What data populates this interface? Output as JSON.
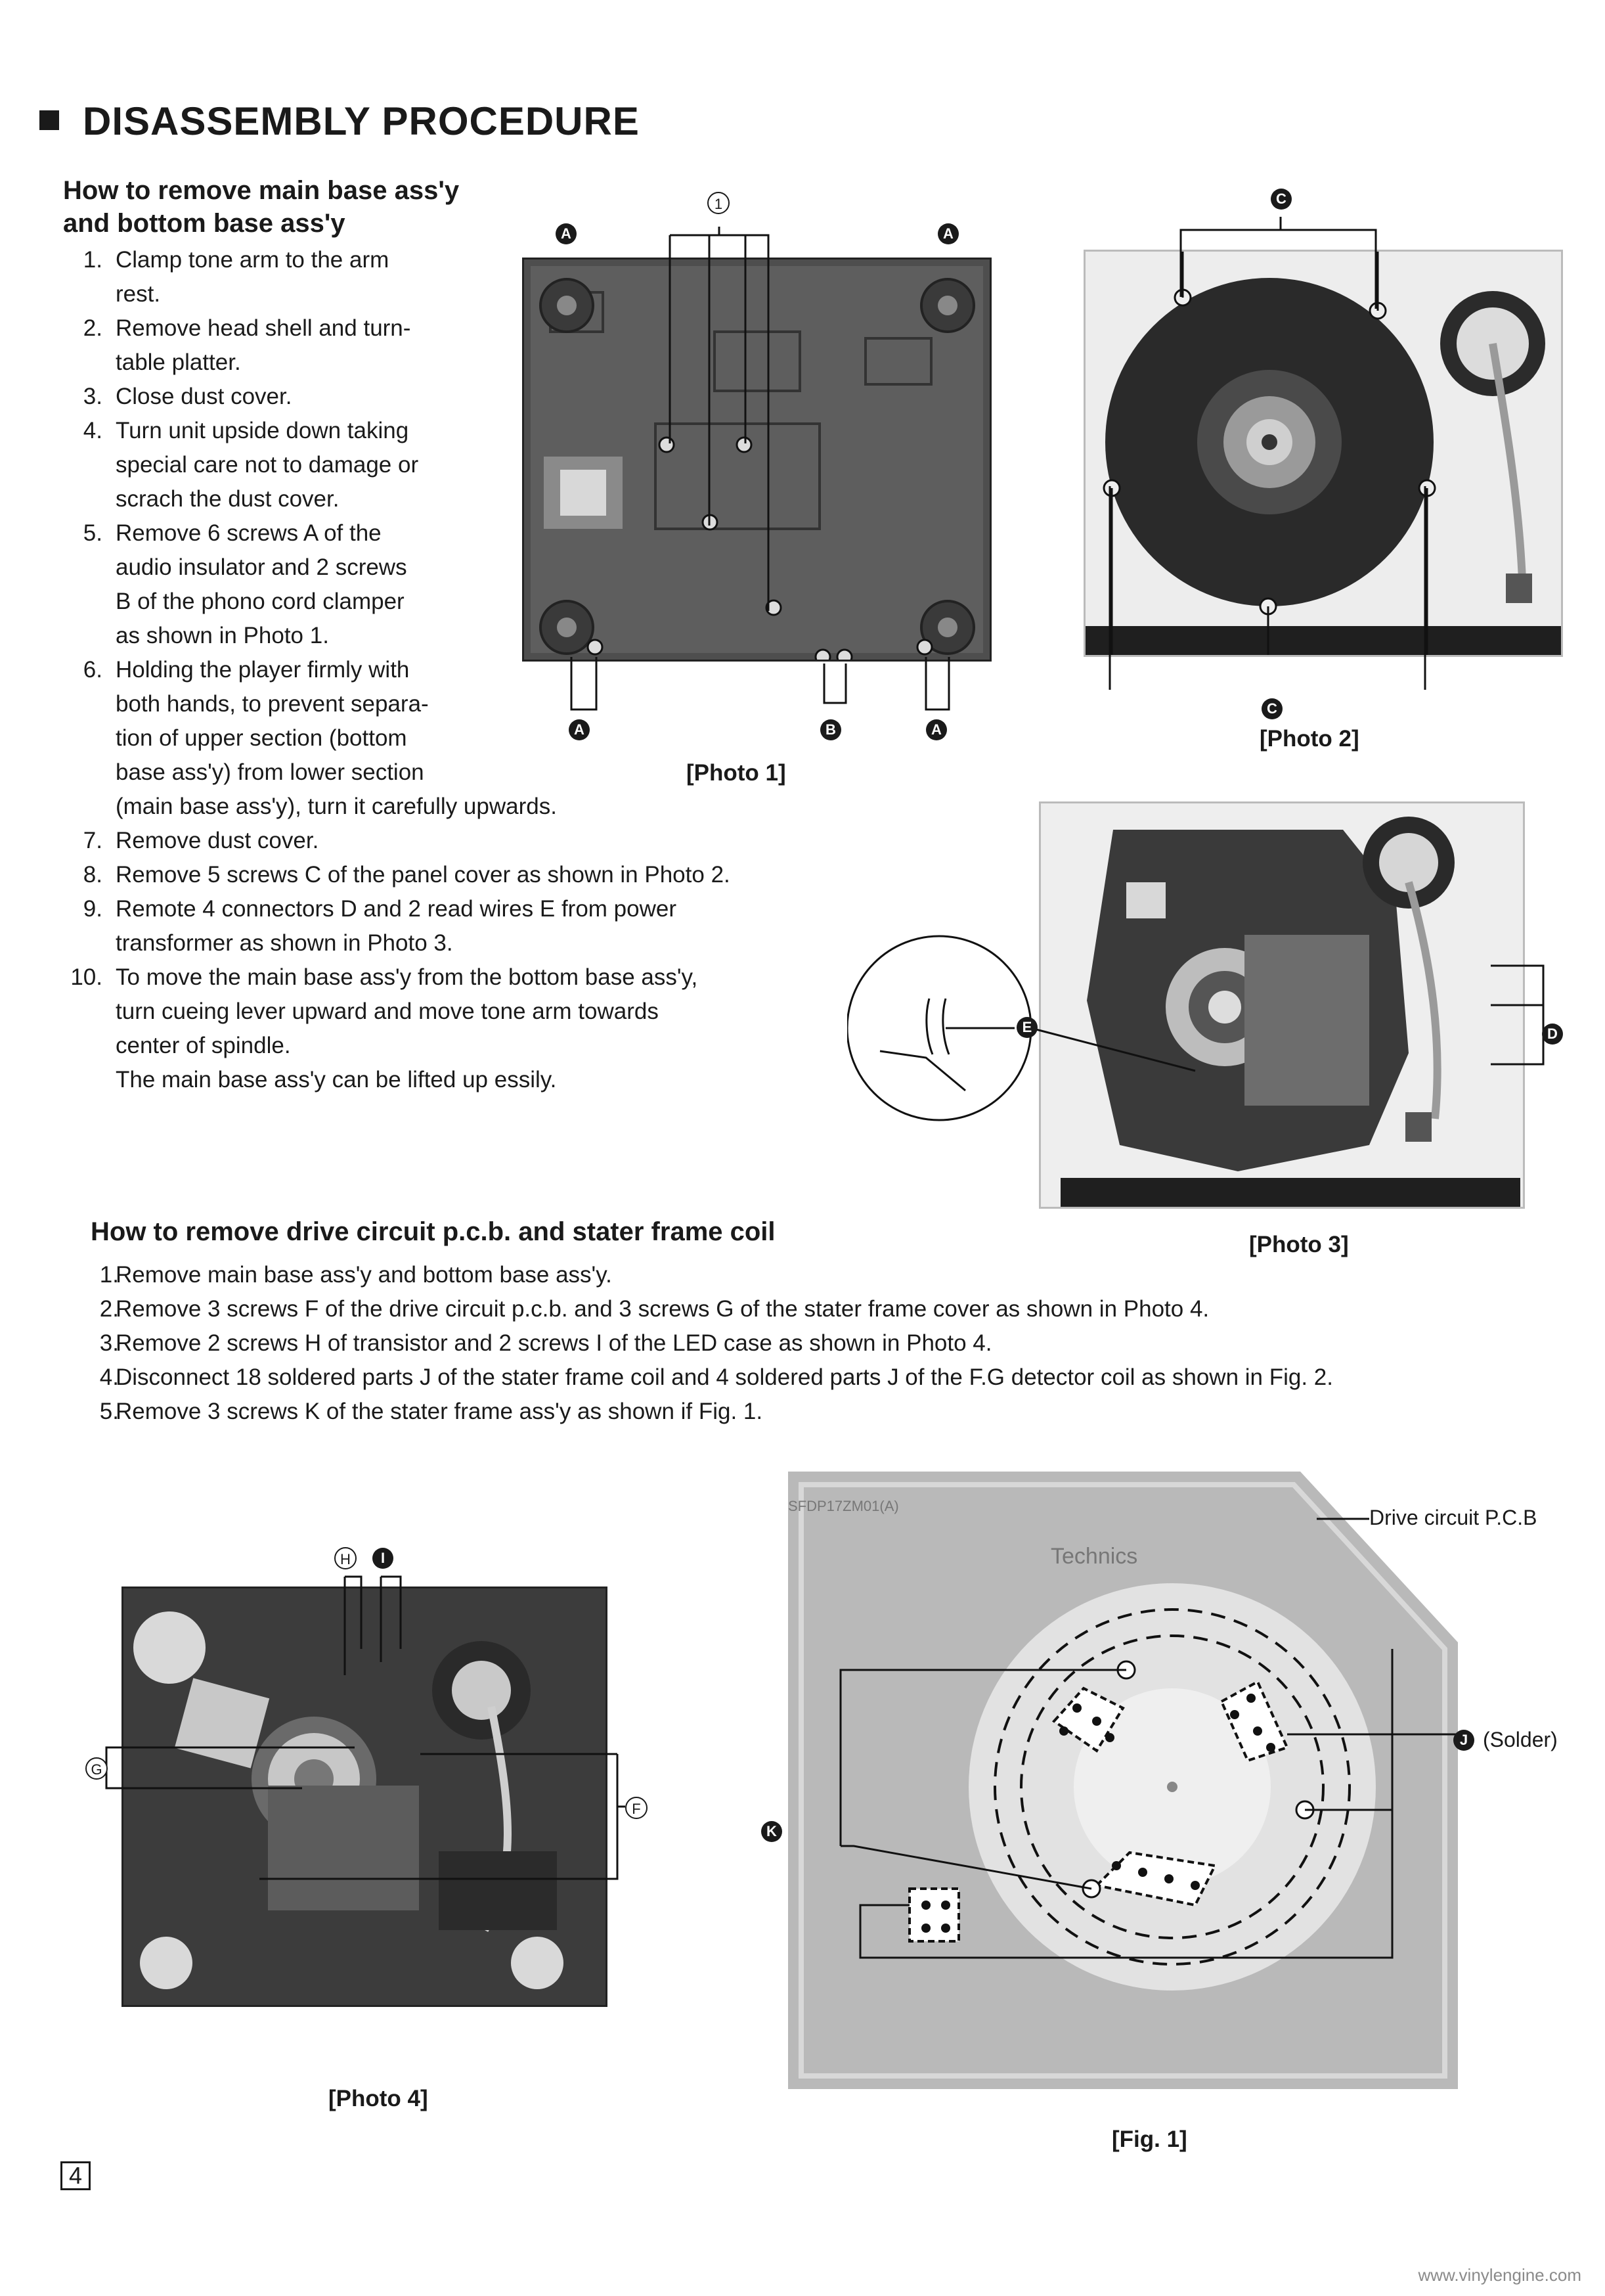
{
  "heading": "DISASSEMBLY PROCEDURE",
  "section1": {
    "title_line1": "How to remove main base ass'y",
    "title_line2": "and bottom base ass'y",
    "steps": [
      {
        "num": "1.",
        "lines": [
          "Clamp tone arm to the arm",
          "rest."
        ]
      },
      {
        "num": "2.",
        "lines": [
          "Remove head shell and turn-",
          "table platter."
        ]
      },
      {
        "num": "3.",
        "lines": [
          "Close dust cover."
        ]
      },
      {
        "num": "4.",
        "lines": [
          "Turn unit upside down taking",
          "special care not to damage or",
          "scrach the dust cover."
        ]
      },
      {
        "num": "5.",
        "lines": [
          "Remove 6 screws A of the",
          "audio insulator and 2 screws",
          "B of the phono cord clamper",
          "as shown in Photo 1."
        ]
      },
      {
        "num": "6.",
        "lines": [
          "Holding the player firmly with",
          "both hands, to prevent separa-",
          "tion of upper section (bottom",
          "base ass'y) from lower section",
          "(main base ass'y), turn it carefully upwards."
        ]
      },
      {
        "num": "7.",
        "lines": [
          "Remove dust cover."
        ]
      },
      {
        "num": "8.",
        "lines": [
          "Remove 5 screws C of the panel cover as shown in Photo 2."
        ]
      },
      {
        "num": "9.",
        "lines": [
          "Remote 4 connectors D and 2 read wires E from power",
          "transformer as shown in Photo 3."
        ]
      },
      {
        "num": "10.",
        "lines": [
          "To move the main base ass'y from the bottom base ass'y,",
          "turn cueing lever upward and move tone arm towards",
          "center of spindle.",
          "The main base ass'y can be lifted up essily."
        ]
      }
    ]
  },
  "section2": {
    "title": "How to remove drive circuit p.c.b. and stater frame coil",
    "steps": [
      {
        "num": "1.",
        "text": "Remove main base ass'y and bottom base ass'y."
      },
      {
        "num": "2.",
        "text": "Remove 3 screws F of the drive circuit p.c.b. and 3 screws G of the stater frame cover as shown in Photo 4."
      },
      {
        "num": "3.",
        "text": "Remove 2 screws H of transistor and 2 screws I of the LED case as shown in Photo 4."
      },
      {
        "num": "4.",
        "text": "Disconnect 18 soldered parts J of the stater frame coil and 4 soldered parts J of the F.G detector coil as shown in Fig. 2."
      },
      {
        "num": "5.",
        "text": "Remove 3 screws K of the stater frame ass'y as shown if Fig. 1."
      }
    ]
  },
  "captions": {
    "photo1": "[Photo 1]",
    "photo2": "[Photo 2]",
    "photo3": "[Photo 3]",
    "photo4": "[Photo 4]",
    "fig1": "[Fig. 1]"
  },
  "callouts": {
    "a": "A",
    "b": "B",
    "c": "C",
    "d": "D",
    "e": "E",
    "f": "F",
    "g": "G",
    "h": "H",
    "i": "I",
    "j": "J",
    "k": "K",
    "one": "1"
  },
  "fig1_labels": {
    "drive_pcb": "Drive circuit P.C.B",
    "solder": "(Solder)",
    "technics": "Technics",
    "part_code": "SFDP17ZM01(A)"
  },
  "page_number": "4",
  "footer": "www.vinylengine.com"
}
